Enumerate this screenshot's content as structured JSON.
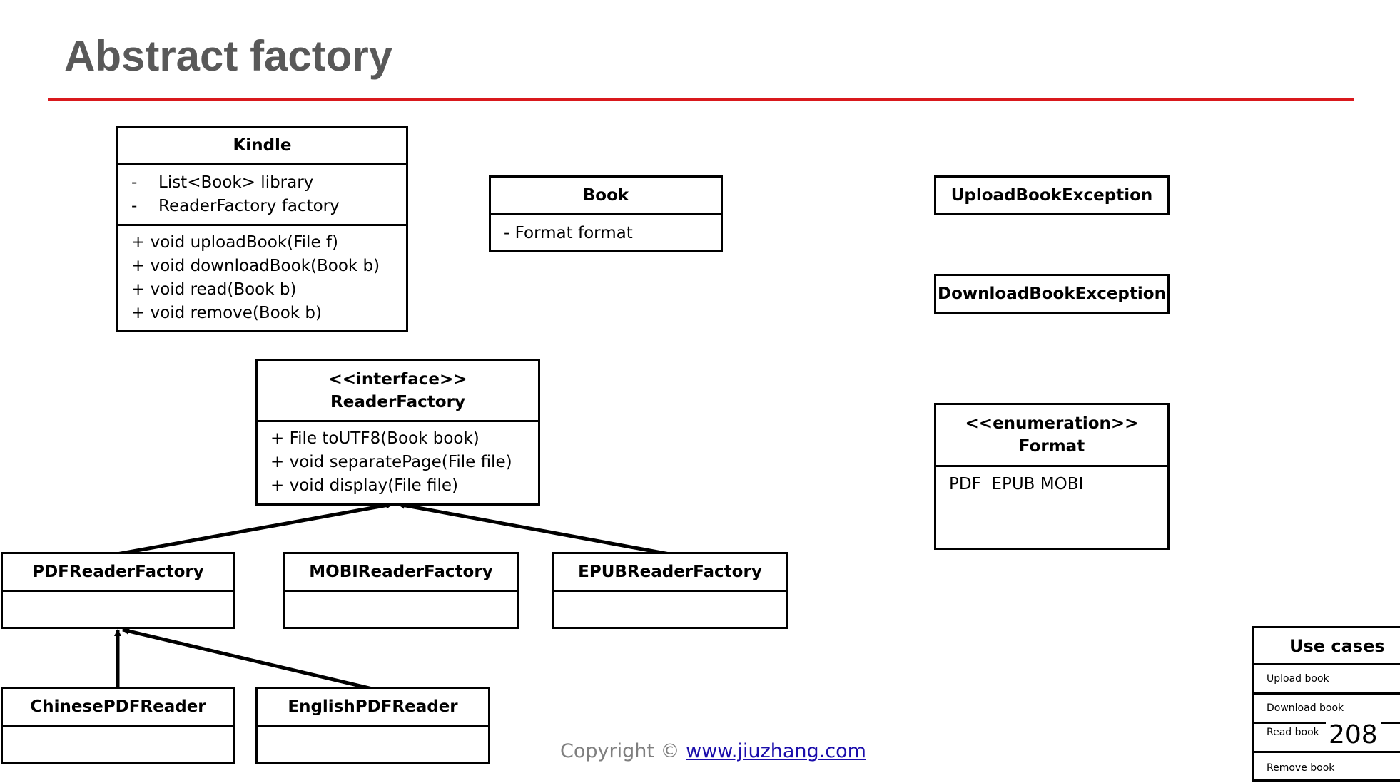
{
  "title": "Abstract factory",
  "classes": {
    "kindle": {
      "name": "Kindle",
      "attributes": [
        "List<Book> library",
        "ReaderFactory factory"
      ],
      "methods": [
        "+ void uploadBook(File f)",
        "+ void downloadBook(Book b)",
        "+ void read(Book b)",
        "+ void remove(Book b)"
      ]
    },
    "book": {
      "name": "Book",
      "attributes": [
        "- Format format"
      ]
    },
    "upload_exception": {
      "name": "UploadBookException"
    },
    "download_exception": {
      "name": "DownloadBookException"
    },
    "reader_factory": {
      "stereotype": "<<interface>>",
      "name": "ReaderFactory",
      "methods": [
        "+ File toUTF8(Book book)",
        "+ void separatePage(File file)",
        "+ void display(File file)"
      ]
    },
    "format": {
      "stereotype": "<<enumeration>>",
      "name": "Format",
      "values": "PDF  EPUB MOBI"
    },
    "pdf_reader_factory": {
      "name": "PDFReaderFactory"
    },
    "mobi_reader_factory": {
      "name": "MOBIReaderFactory"
    },
    "epub_reader_factory": {
      "name": "EPUBReaderFactory"
    },
    "chinese_pdf_reader": {
      "name": "ChinesePDFReader"
    },
    "english_pdf_reader": {
      "name": "EnglishPDFReader"
    }
  },
  "footer": {
    "copyright": "Copyright ©",
    "link": "www.jiuzhang.com"
  },
  "use_cases": {
    "header": "Use cases",
    "items": [
      "Upload book",
      "Download book",
      "Read book",
      "Remove book"
    ]
  },
  "page_number": "208"
}
